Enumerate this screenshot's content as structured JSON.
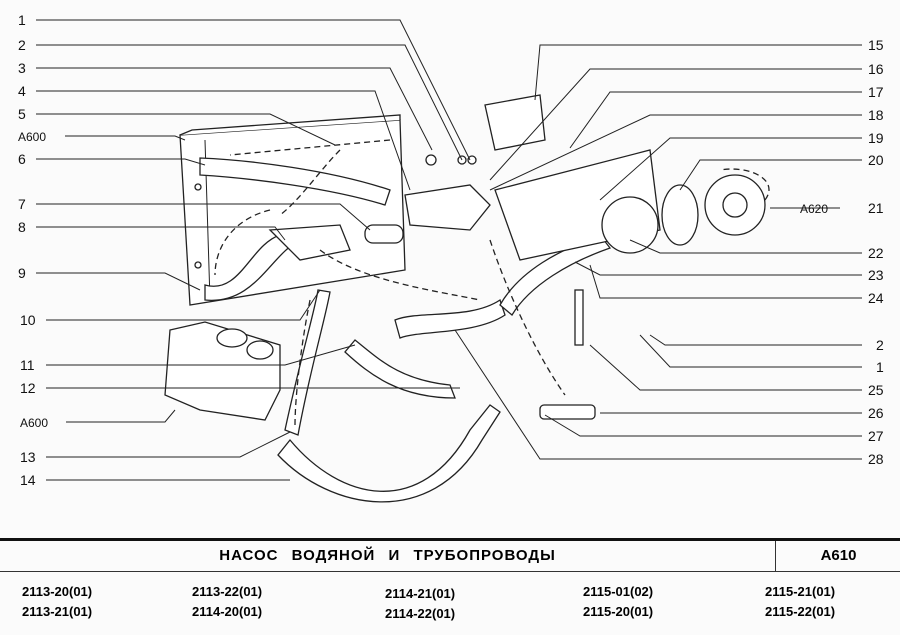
{
  "diagram": {
    "left_labels": [
      "1",
      "2",
      "3",
      "4",
      "5",
      "A600",
      "6",
      "7",
      "8",
      "9",
      "10",
      "11",
      "12",
      "A600",
      "13",
      "14"
    ],
    "right_labels": [
      "15",
      "16",
      "17",
      "18",
      "19",
      "20",
      "21",
      "22",
      "23",
      "24",
      "2",
      "1",
      "25",
      "26",
      "27",
      "28"
    ],
    "right_ref": "A620"
  },
  "footer": {
    "title": "НАСОС ВОДЯНОЙ И ТРУБОПРОВОДЫ",
    "code": "A610",
    "models": [
      "2113-20(01)",
      "2113-21(01)",
      "2113-22(01)",
      "2114-20(01)",
      "2114-21(01)",
      "2114-22(01)",
      "2115-01(02)",
      "2115-20(01)",
      "2115-21(01)",
      "2115-22(01)"
    ]
  }
}
